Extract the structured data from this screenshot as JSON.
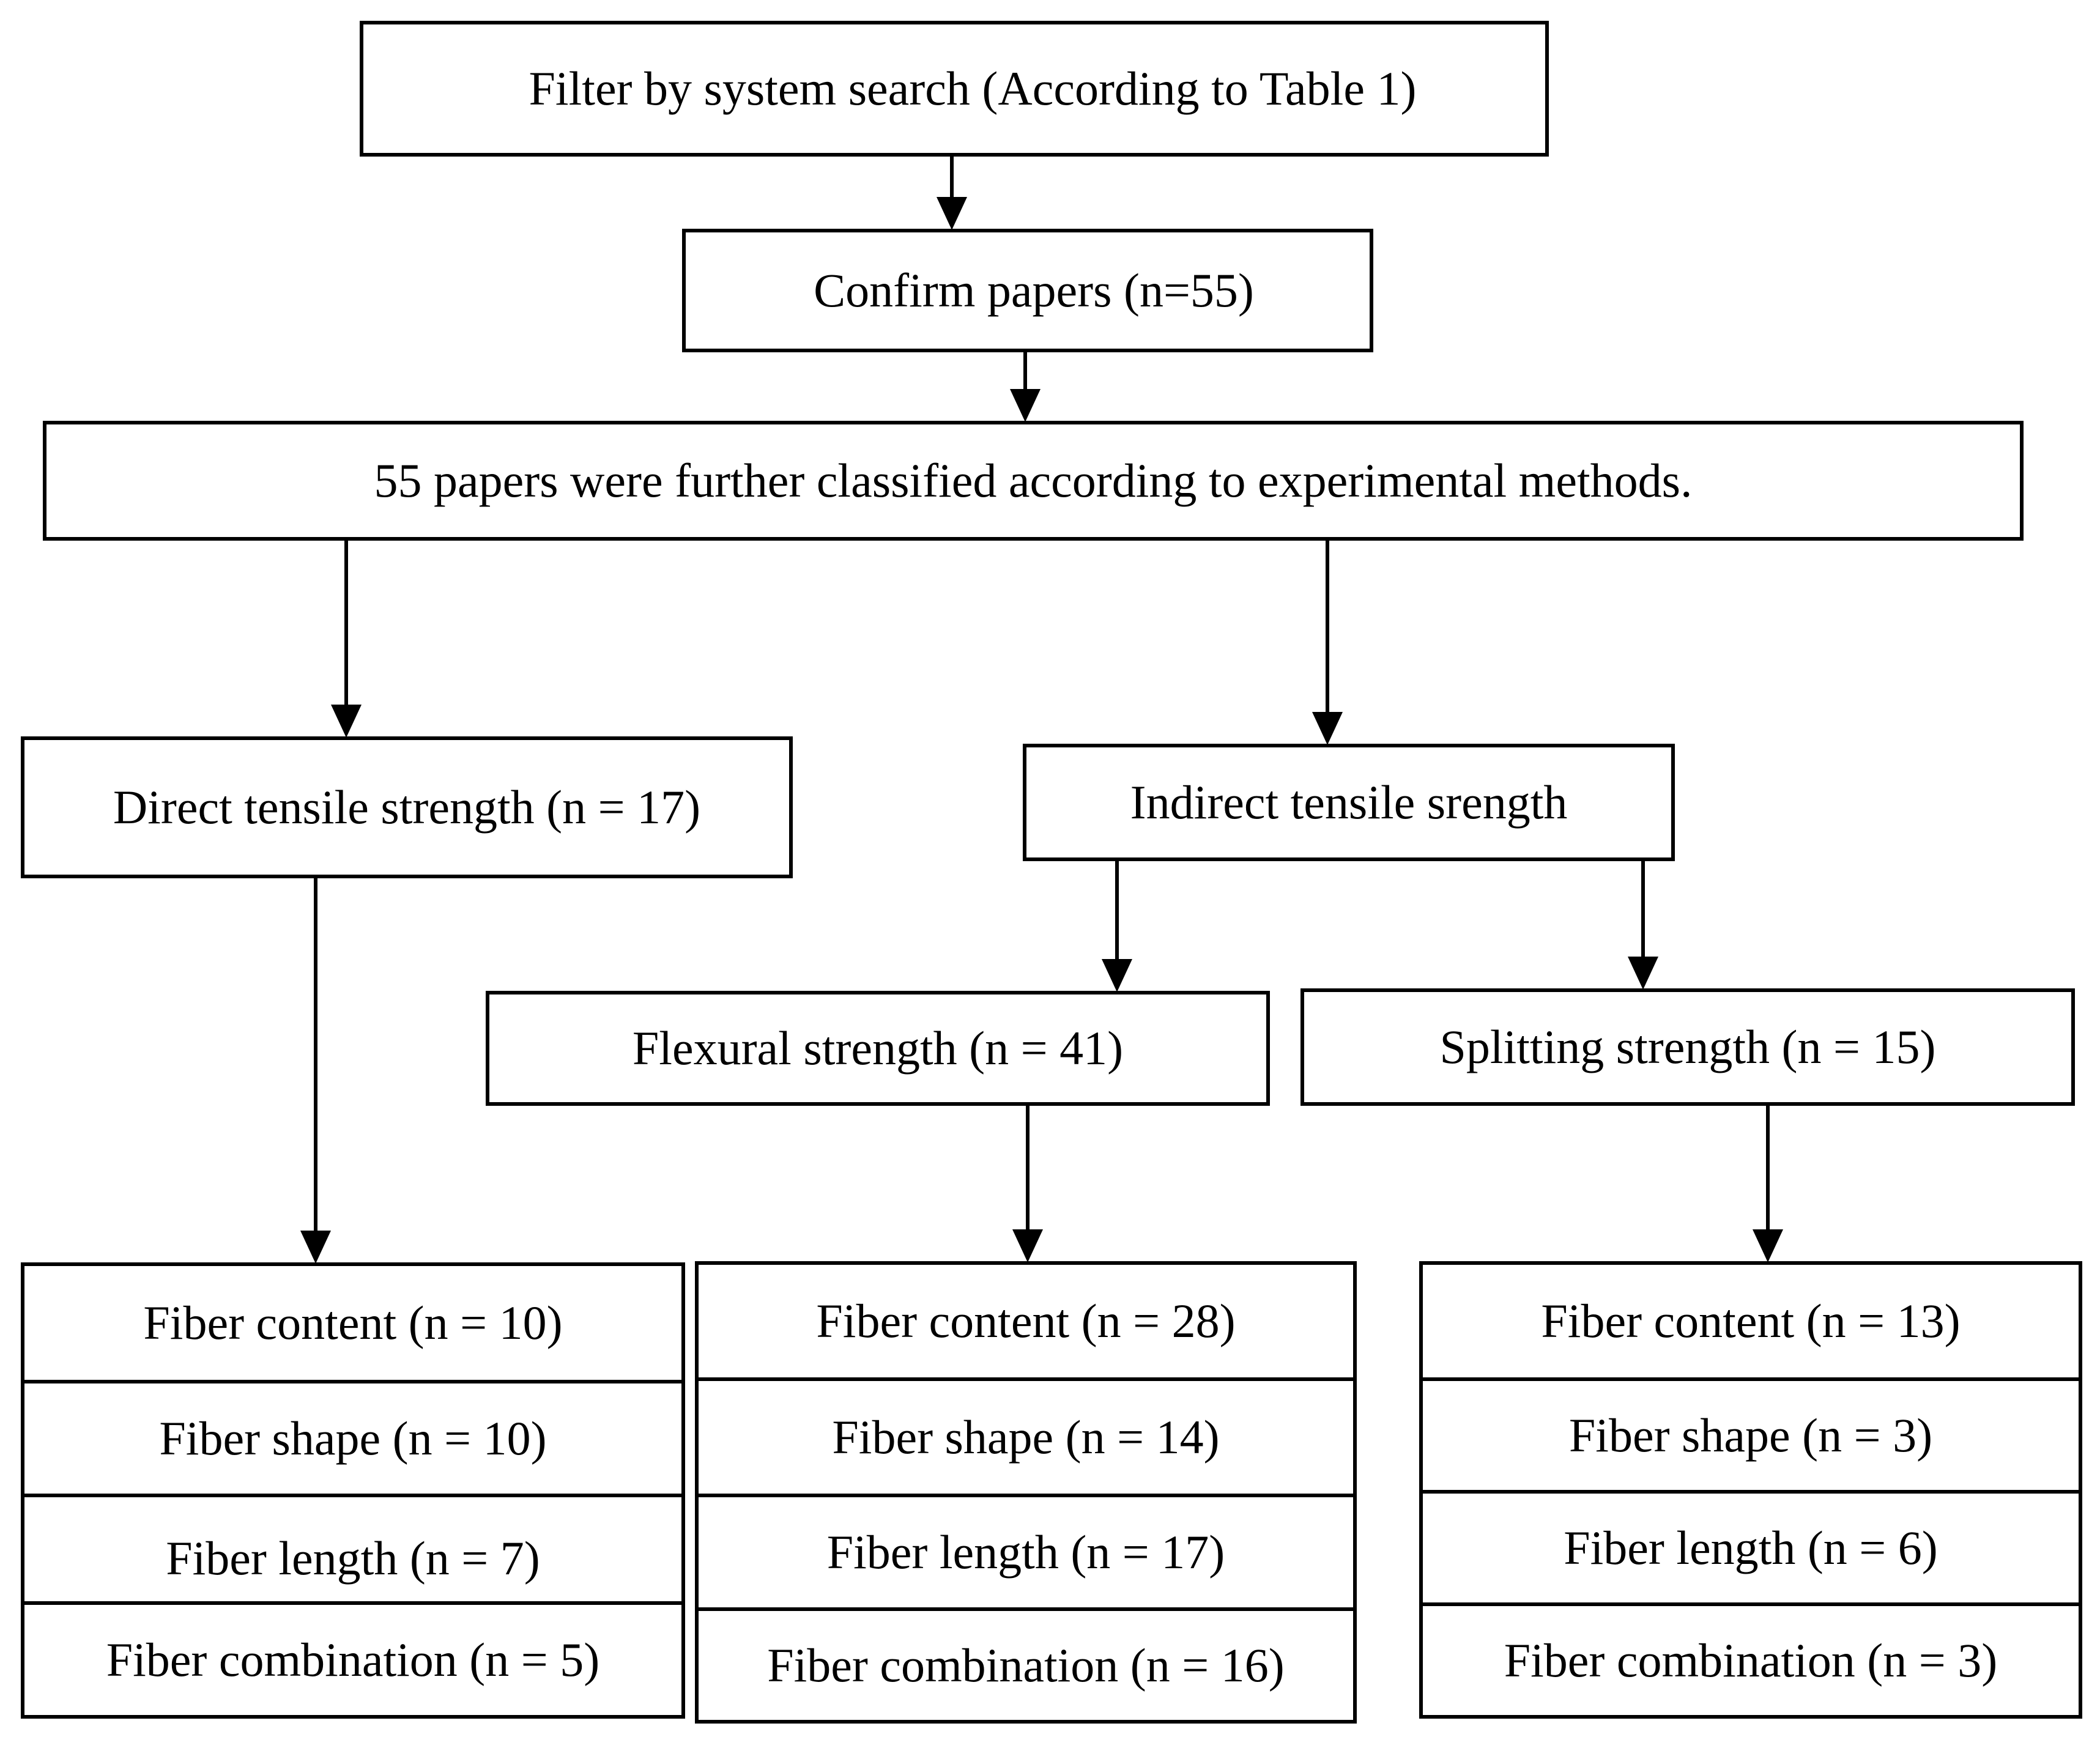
{
  "boxes": {
    "filter": "Filter by system search (According to Table 1)",
    "confirm": "Confirm papers (n=55)",
    "classified": "55 papers were further classified according to experimental methods.",
    "direct": "Direct tensile strength (n = 17)",
    "indirect": "Indirect tensile srength",
    "flexural": "Flexural strength (n = 41)",
    "splitting": "Splitting strength (n = 15)"
  },
  "groups": {
    "direct": [
      "Fiber content (n = 10)",
      "Fiber shape (n = 10)",
      "Fiber length (n = 7)",
      "Fiber combination (n = 5)"
    ],
    "flexural": [
      "Fiber content (n = 28)",
      "Fiber shape (n = 14)",
      "Fiber length (n = 17)",
      "Fiber combination (n = 16)"
    ],
    "splitting": [
      "Fiber content (n = 13)",
      "Fiber shape (n = 3)",
      "Fiber length (n = 6)",
      "Fiber combination (n = 3)"
    ]
  }
}
